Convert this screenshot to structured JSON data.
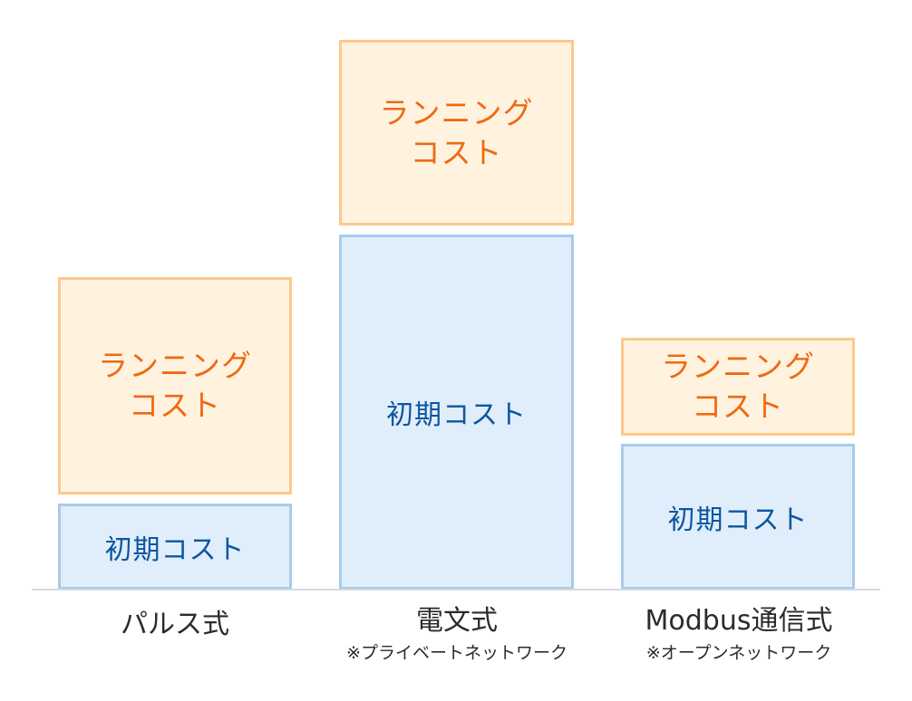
{
  "chart_data": {
    "type": "bar",
    "stacked": true,
    "title": "",
    "xlabel": "",
    "ylabel": "",
    "grid": false,
    "categories": [
      "パルス式",
      "電文式",
      "Modbus通信式"
    ],
    "category_notes": [
      "",
      "※プライベートネットワーク",
      "※オープンネットワーク"
    ],
    "series": [
      {
        "name": "初期コスト",
        "color": "#e0eefb",
        "border": "#a8cbe9",
        "text_color": "#0d55a0",
        "values": [
          95,
          392,
          161
        ]
      },
      {
        "name": "ランニングコスト",
        "color": "#fff3e0",
        "border": "#fdc98a",
        "text_color": "#ee6a12",
        "values": [
          239,
          204,
          107
        ]
      }
    ],
    "units": "relative pixel height (qualitative, no axis)"
  },
  "labels": {
    "running_line1": "ランニング",
    "running_line2": "コスト",
    "initial": "初期コスト"
  },
  "columns": [
    {
      "title": "パルス式",
      "note": ""
    },
    {
      "title": "電文式",
      "note": "※プライベートネットワーク"
    },
    {
      "title": "Modbus通信式",
      "note": "※オープンネットワーク"
    }
  ],
  "colors": {
    "running_fill": "#fff3e0",
    "running_border": "#fdc98a",
    "running_text": "#ee6a12",
    "initial_fill": "#e0eefb",
    "initial_border": "#a8cbe9",
    "initial_text": "#0d55a0",
    "baseline": "#d6d9de"
  }
}
